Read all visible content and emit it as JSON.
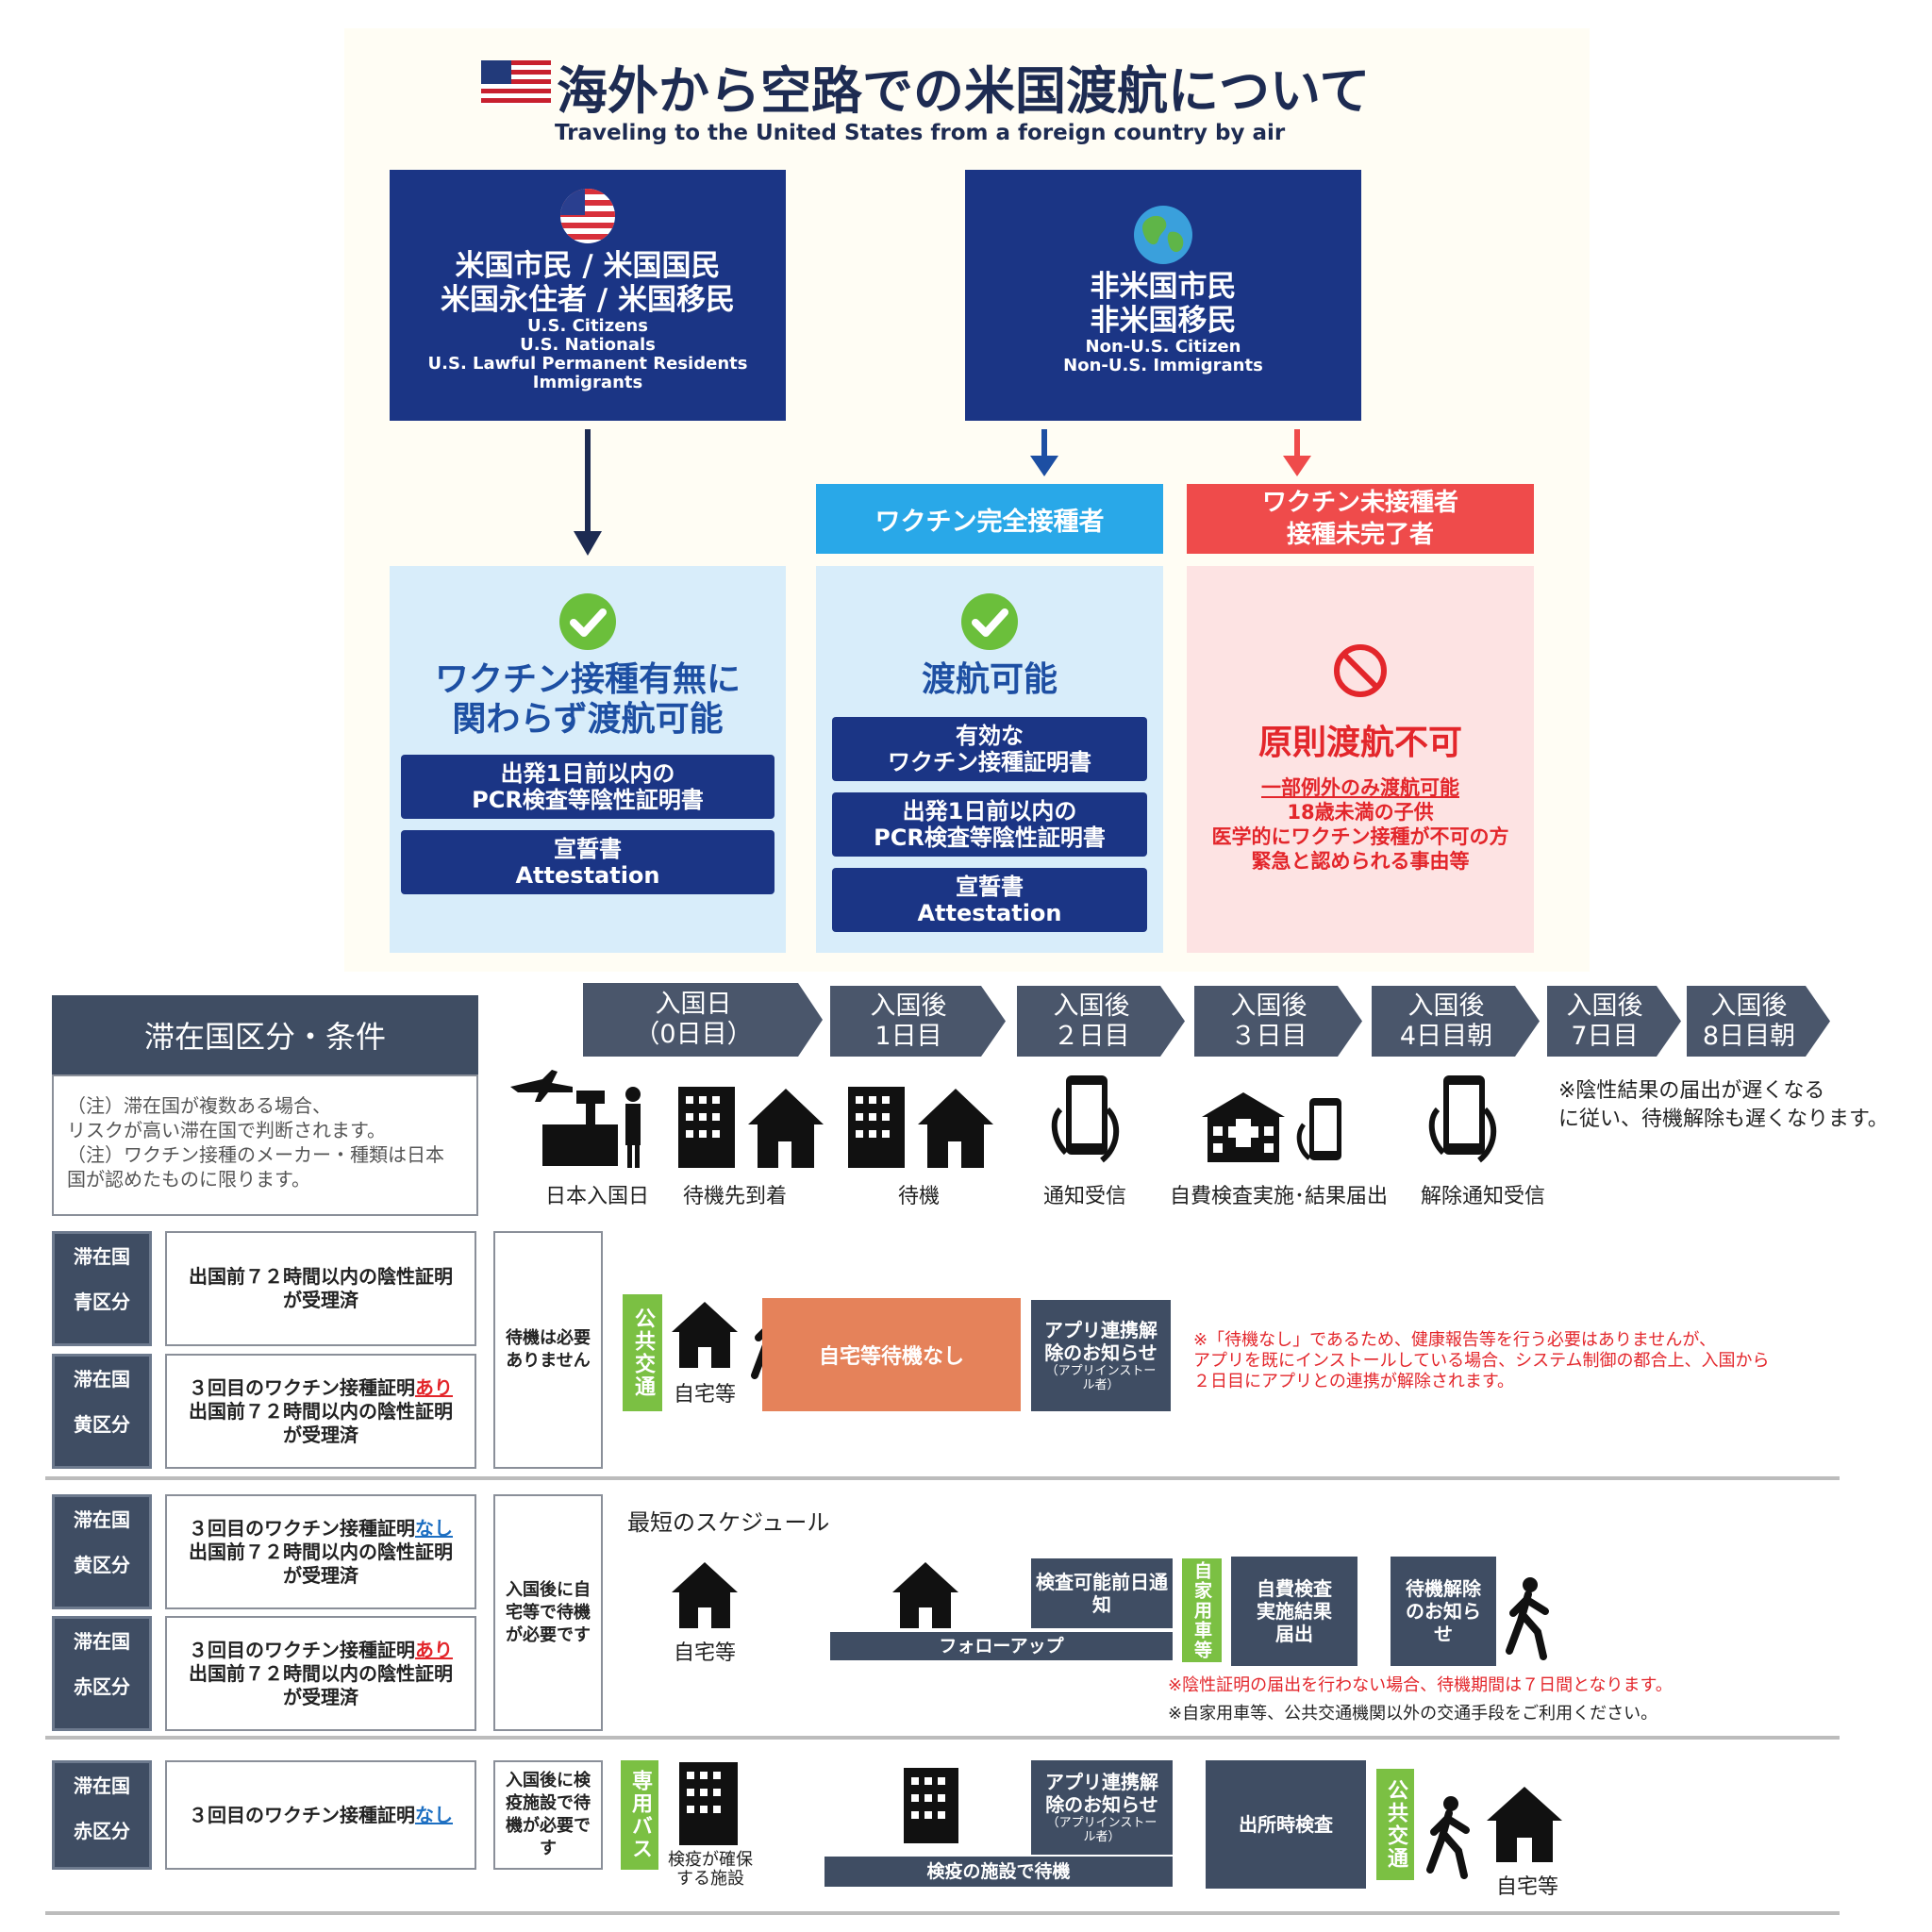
{
  "header": {
    "title": "海外から空路での米国渡航について",
    "subtitle": "Traveling to the United States from a foreign country by air"
  },
  "categories": {
    "citizens": {
      "jp_line1": "米国市民 / 米国国民",
      "jp_line2": "米国永住者 / 米国移民",
      "en_lines": [
        "U.S. Citizens",
        "U.S. Nationals",
        "U.S. Lawful Permanent Residents",
        "Immigrants"
      ]
    },
    "non_citizens": {
      "jp_line1": "非米国市民",
      "jp_line2": "非米国移民",
      "en_lines": [
        "Non-U.S. Citizen",
        "Non-U.S. Immigrants"
      ]
    }
  },
  "groups": {
    "vaccinated_header": "ワクチン完全接種者",
    "unvaccinated_header_line1": "ワクチン未接種者",
    "unvaccinated_header_line2": "接種未完了者"
  },
  "results": {
    "citizens": {
      "headline_line1": "ワクチン接種有無に",
      "headline_line2": "関わらず渡航可能",
      "docs": [
        {
          "line1": "出発1日前以内の",
          "line2": "PCR検査等陰性証明書"
        },
        {
          "line1": "宣誓書",
          "line2": "Attestation"
        }
      ]
    },
    "vaccinated": {
      "headline": "渡航可能",
      "docs": [
        {
          "line1": "有効な",
          "line2": "ワクチン接種証明書"
        },
        {
          "line1": "出発1日前以内の",
          "line2": "PCR検査等陰性証明書"
        },
        {
          "line1": "宣誓書",
          "line2": "Attestation"
        }
      ]
    },
    "unvaccinated": {
      "headline": "原則渡航不可",
      "exceptions_title": "一部例外のみ渡航可能",
      "exceptions": [
        "18歳未満の子供",
        "医学的にワクチン接種が不可の方",
        "緊急と認められる事由等"
      ]
    }
  },
  "schedule": {
    "condition_header": "滞在国区分・条件",
    "notes": [
      "（注）滞在国が複数ある場合、",
      "リスクが高い滞在国で判断されます。",
      "（注）ワクチン接種のメーカー・種類は日本",
      "国が認めたものに限ります。"
    ],
    "days": [
      {
        "line1": "入国日",
        "line2": "（0日目）"
      },
      {
        "line1": "入国後",
        "line2": "1日目"
      },
      {
        "line1": "入国後",
        "line2": "２日目"
      },
      {
        "line1": "入国後",
        "line2": "３日目"
      },
      {
        "line1": "入国後",
        "line2": "4日目朝"
      },
      {
        "line1": "入国後",
        "line2": "7日目"
      },
      {
        "line1": "入国後",
        "line2": "8日目朝"
      }
    ],
    "day_captions": [
      "日本入国日",
      "待機先到着",
      "待機",
      "通知受信",
      "自費検査実施･結果届出",
      "解除通知受信"
    ],
    "late_note_line1": "※陰性結果の届出が遅くなる",
    "late_note_line2": "に従い、待機解除も遅くなります。"
  },
  "rows": {
    "zone_prefix": "滞在国",
    "blue": {
      "zone": "青区分",
      "cond": "出国前７２時間以内の陰性証明が受理済"
    },
    "yellow1": {
      "zone": "黄区分",
      "cond_a": "３回目のワクチン接種証明",
      "mark": "あり",
      "cond_b": "出国前７２時間以内の陰性証明が受理済"
    },
    "no_wait": "待機は必要ありません",
    "transit_public": "公共交通",
    "home": "自宅等",
    "no_wait_bar": "自宅等待機なし",
    "app_release": "アプリ連携解除のお知らせ",
    "app_release_note": "（アプリインストール者）",
    "no_wait_note": [
      "※「待機なし」であるため、健康報告等を行う必要はありませんが、",
      "アプリを既にインストールしている場合、システム制御の都合上、入国から",
      "２日目にアプリとの連携が解除されます。"
    ],
    "yellow2": {
      "zone": "黄区分",
      "cond_a": "３回目のワクチン接種証明",
      "mark": "なし",
      "cond_b": "出国前７２時間以内の陰性証明が受理済"
    },
    "red1": {
      "zone": "赤区分",
      "cond_a": "３回目のワクチン接種証明",
      "mark": "あり",
      "cond_b": "出国前７２時間以内の陰性証明が受理済"
    },
    "home_wait": "入国後に自宅等で待機が必要です",
    "shortest": "最短のスケジュール",
    "follow_up": "フォローアップ",
    "test_notice": "検査可能前日通知",
    "private_car": "自家用車等",
    "self_test": "自費検査実施結果届出",
    "release_notice": "待機解除のお知らせ",
    "note_seven_days": "※陰性証明の届出を行わない場合、待機期間は７日間となります。",
    "note_private": "※自家用車等、公共交通機関以外の交通手段をご利用ください。",
    "red2": {
      "zone": "赤区分",
      "cond_a": "３回目のワクチン接種証明",
      "mark": "なし"
    },
    "facility_wait": "入国後に検疫施設で待機が必要です",
    "dedicated_bus": "専用バス",
    "facility_caption": "検疫が確保する施設",
    "facility_bar": "検疫の施設で待機",
    "exit_test": "出所時検査"
  }
}
